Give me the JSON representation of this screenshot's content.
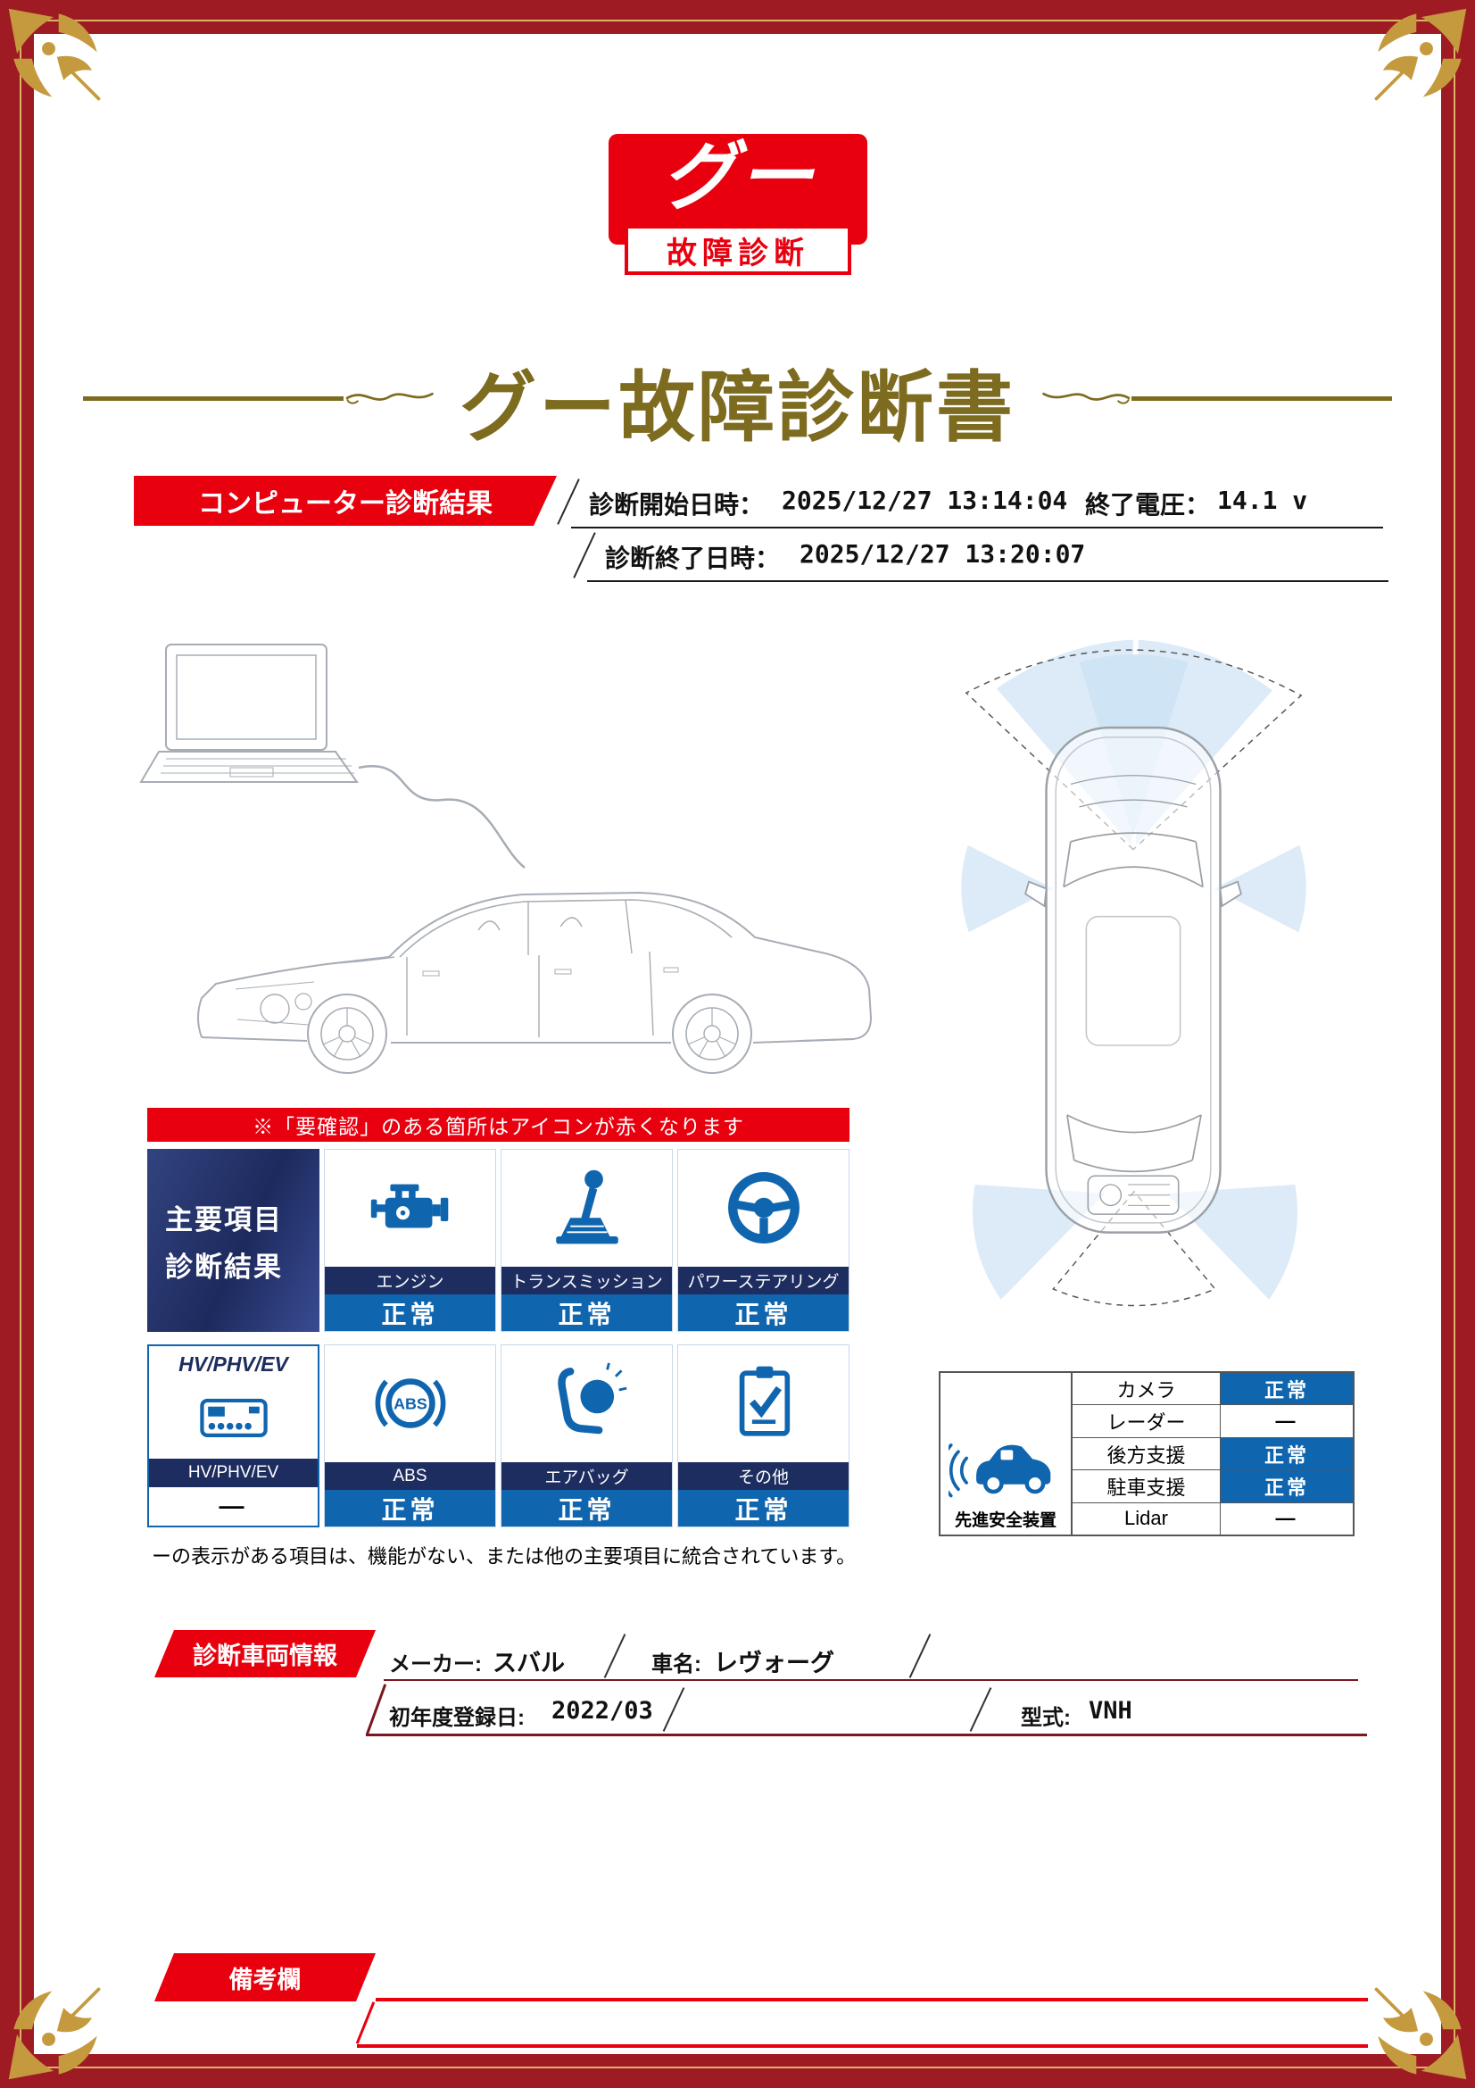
{
  "colors": {
    "frame_red": "#9e1b23",
    "accent_red": "#e8000f",
    "navy": "#1e2d60",
    "blue": "#1065af",
    "title_gold": "#7d6b1f",
    "ornament_gold": "#c59a3f"
  },
  "logo": {
    "brand": "グー",
    "badge": "故障診断"
  },
  "title": "グー故障診断書",
  "computer_diagnosis": {
    "section_title": "コンピューター診断結果",
    "start_label": "診断開始日時：",
    "start_value": "2025/12/27 13:14:04",
    "voltage_label": "終了電圧：",
    "voltage_value": "14.1 v",
    "end_label": "診断終了日時：",
    "end_value": "2025/12/27 13:20:07",
    "notice": "※「要確認」のある箇所はアイコンが赤くなります"
  },
  "main_results": {
    "header_line1": "主要項目",
    "header_line2": "診断結果",
    "items": [
      {
        "label": "エンジン",
        "status": "正常",
        "icon": "engine-icon"
      },
      {
        "label": "トランスミッション",
        "status": "正常",
        "icon": "transmission-icon"
      },
      {
        "label": "パワーステアリング",
        "status": "正常",
        "icon": "steering-wheel-icon"
      },
      {
        "label": "HV/PHV/EV",
        "status": "―",
        "icon": "hv-battery-icon",
        "heading": "HV/PHV/EV"
      },
      {
        "label": "ABS",
        "status": "正常",
        "icon": "abs-icon",
        "icon_text": "ABS"
      },
      {
        "label": "エアバッグ",
        "status": "正常",
        "icon": "airbag-icon"
      },
      {
        "label": "その他",
        "status": "正常",
        "icon": "clipboard-icon"
      }
    ],
    "footnote": "ーの表示がある項目は、機能がない、または他の主要項目に統合されています。"
  },
  "advanced_safety": {
    "label": "先進安全装置",
    "rows": [
      {
        "name": "カメラ",
        "status": "正常"
      },
      {
        "name": "レーダー",
        "status": "―"
      },
      {
        "name": "後方支援",
        "status": "正常"
      },
      {
        "name": "駐車支援",
        "status": "正常"
      },
      {
        "name": "Lidar",
        "status": "―"
      }
    ]
  },
  "vehicle_info": {
    "section_title": "診断車両情報",
    "maker_label": "メーカー:",
    "maker_value": "スバル",
    "car_name_label": "車名:",
    "car_name_value": "レヴォーグ",
    "first_reg_label": "初年度登録日:",
    "first_reg_value": "2022/03",
    "model_label": "型式:",
    "model_value": "VNH"
  },
  "remarks": {
    "section_title": "備考欄"
  }
}
